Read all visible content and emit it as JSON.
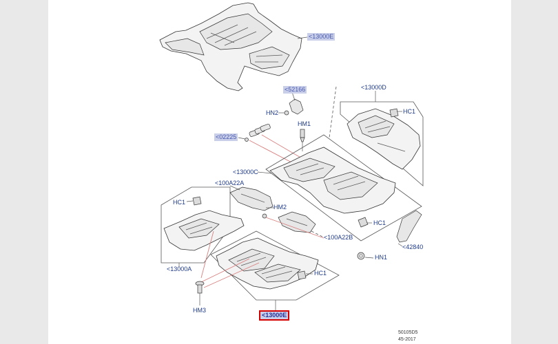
{
  "labels": {
    "top_mat": "<13000E",
    "bracket": "<52166",
    "hn2": "HN2",
    "hm1": "HM1",
    "fastener_ref": "<02225",
    "mat_c": "<13000C",
    "mat_d": "<13000D",
    "hc1_d": "HC1",
    "a22a": "<100A22A",
    "hm2": "HM2",
    "hc1_a": "HC1",
    "hc1_c": "HC1",
    "a22b": "<100A22B",
    "trim_42840": "<42840",
    "hn1": "HN1",
    "mat_a": "<13000A",
    "hc1_e": "HC1",
    "hm3": "HM3",
    "bottom_mat": "<13000E"
  },
  "footer": {
    "code": "50105D5",
    "date": "45-2017"
  }
}
